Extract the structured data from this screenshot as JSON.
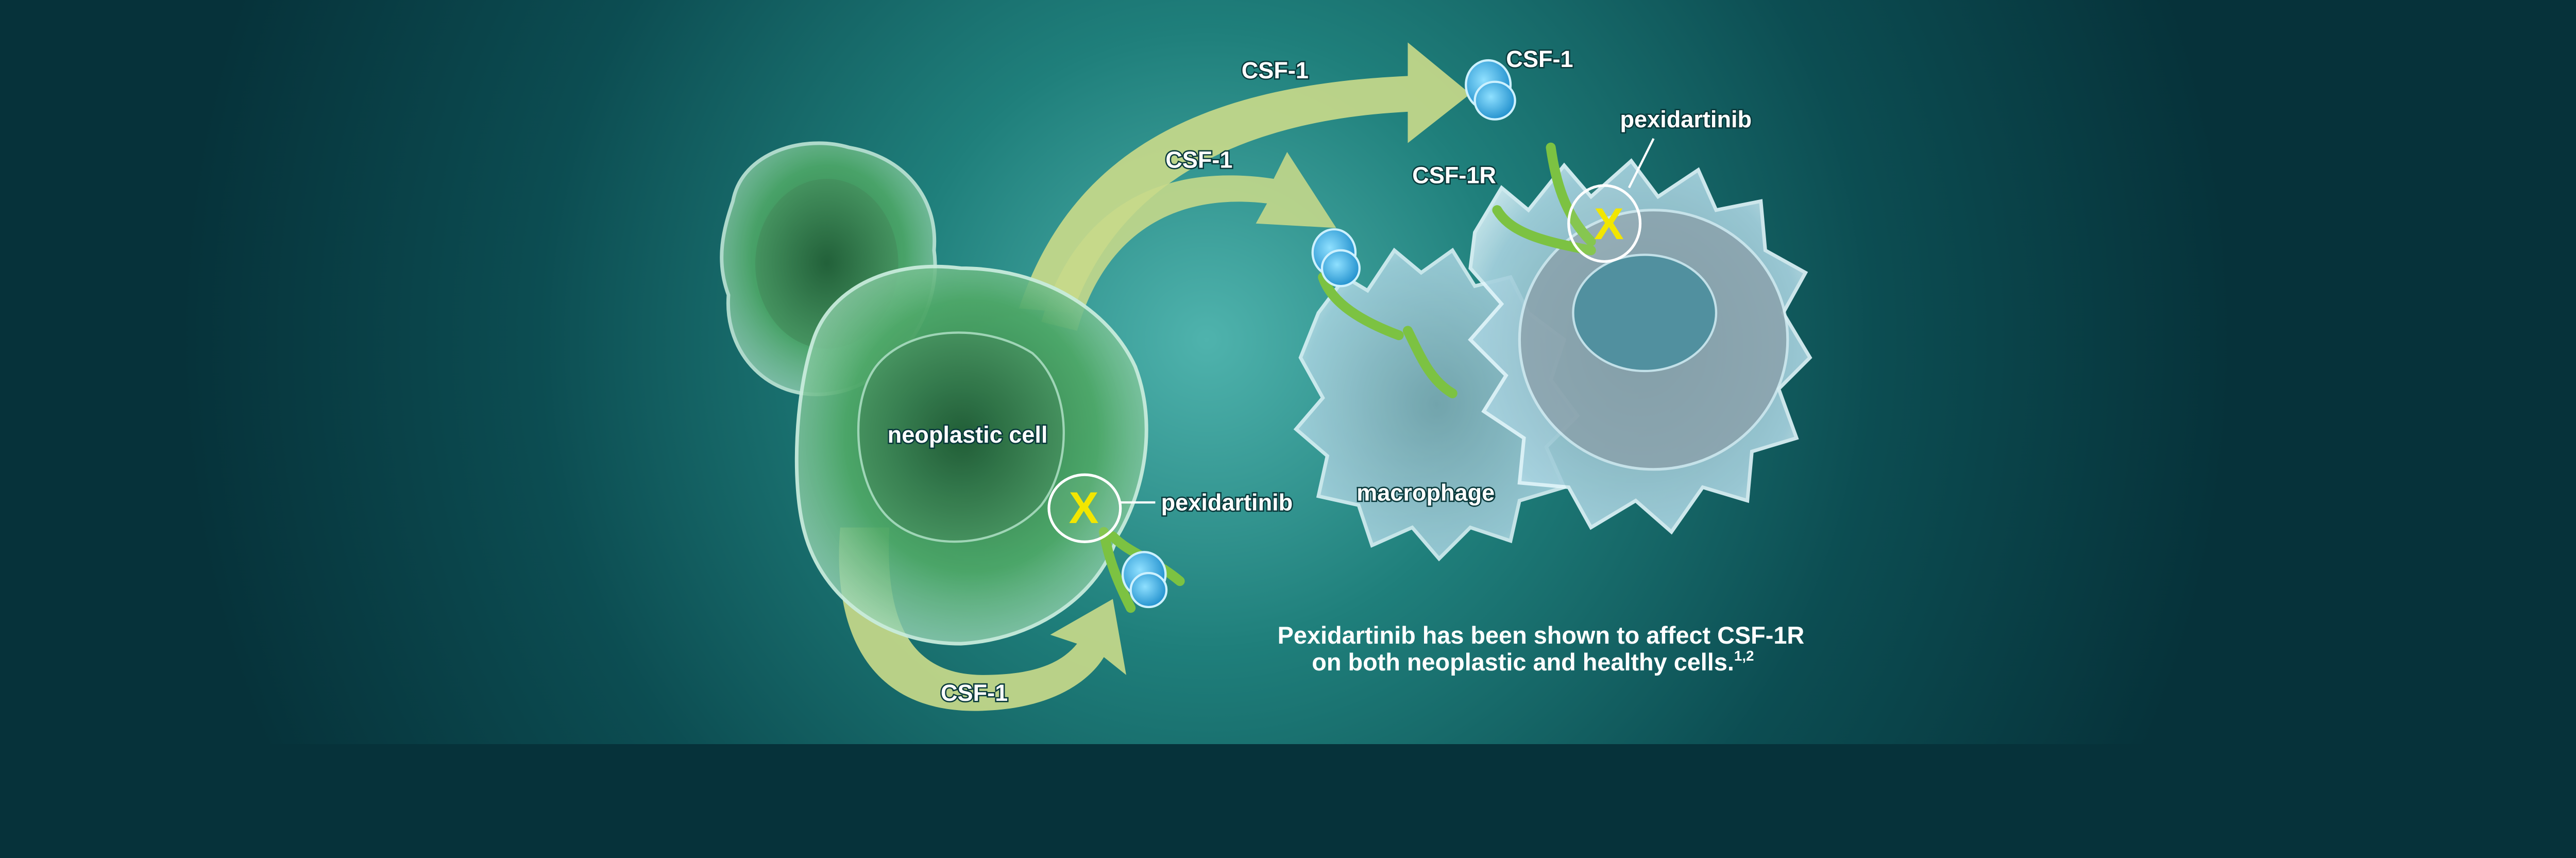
{
  "colors": {
    "background_edge": "#06323a",
    "background_glow": "#3fa39d",
    "arrow": "#c7d98a",
    "neoplastic_cell": "#3f9a5a",
    "macrophage": "#8fc4d6",
    "ligand": "#2aa8e0",
    "receptor": "#7cc242",
    "inhibitor_x": "#f2e600"
  },
  "labels": {
    "csf1_arrow_top": "CSF-1",
    "csf1_ligand_top": "CSF-1",
    "csf1_arrow_middle": "CSF-1",
    "csf1r": "CSF-1R",
    "pexidartinib_macrophage": "pexidartinib",
    "macrophage": "macrophage",
    "neoplastic_cell": "neoplastic cell",
    "pexidartinib_neoplastic": "pexidartinib",
    "csf1_arrow_bottom": "CSF-1",
    "inhibitor_mark": "X"
  },
  "caption": {
    "line1": "Pexidartinib has been shown to affect CSF-1R",
    "line2": "on both neoplastic and healthy cells.",
    "references": "1,2"
  }
}
